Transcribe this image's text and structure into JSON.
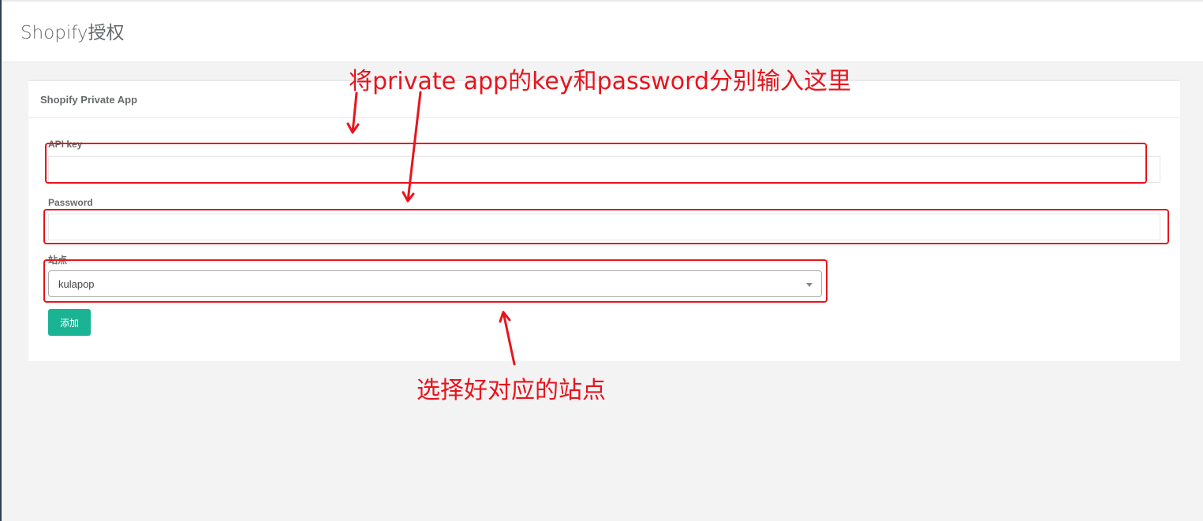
{
  "header": {
    "title": "Shopify授权"
  },
  "panel": {
    "title": "Shopify Private App"
  },
  "form": {
    "api_key_label": "API key",
    "api_key_value": "",
    "password_label": "Password",
    "password_value": "",
    "site_label": "站点",
    "site_selected": "kulapop",
    "submit_label": "添加"
  },
  "annotations": {
    "top_note": "将private app的key和password分别输入这里",
    "bottom_note": "选择好对应的站点",
    "color": "#e8141c"
  },
  "colors": {
    "primary_button": "#1ab394",
    "background": "#f3f3f4"
  }
}
